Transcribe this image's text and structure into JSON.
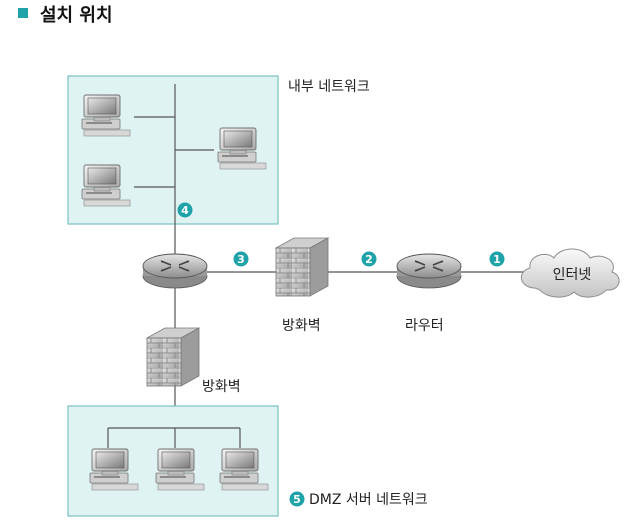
{
  "title": "설치 위치",
  "zones": {
    "internal": "내부 네트워크",
    "dmz": "DMZ 서버 네트워크"
  },
  "labels": {
    "firewall_main": "방화벽",
    "firewall_dmz": "방화벽",
    "router": "라우터",
    "internet": "인터넷"
  },
  "markers": {
    "m1": "1",
    "m2": "2",
    "m3": "3",
    "m4": "4",
    "m5": "5"
  },
  "colors": {
    "accent": "#1fa3a8",
    "zone_fill": "#dff3f3",
    "zone_border": "#7bc2c2"
  }
}
